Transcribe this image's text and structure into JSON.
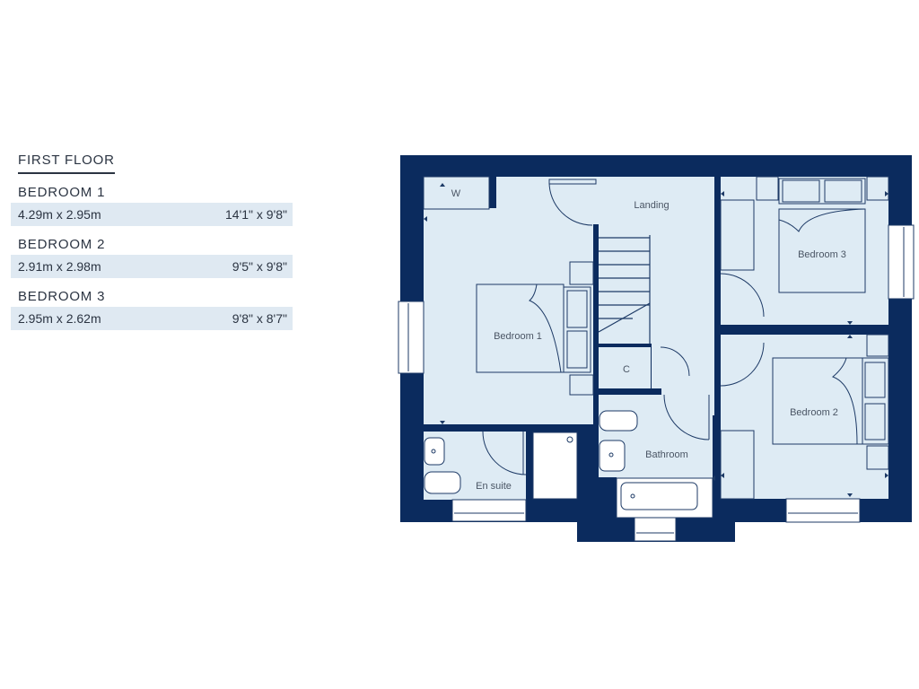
{
  "legend": {
    "title": "FIRST FLOOR",
    "rooms": [
      {
        "name": "BEDROOM 1",
        "metric": "4.29m x 2.95m",
        "imperial": "14'1\" x 9'8\""
      },
      {
        "name": "BEDROOM 2",
        "metric": "2.91m x 2.98m",
        "imperial": "9'5\" x 9'8\""
      },
      {
        "name": "BEDROOM 3",
        "metric": "2.95m x 2.62m",
        "imperial": "9'8\" x 8'7\""
      }
    ]
  },
  "plan": {
    "labels": {
      "wardrobe": "W",
      "landing": "Landing",
      "bedroom1": "Bedroom 1",
      "bedroom2": "Bedroom 2",
      "bedroom3": "Bedroom 3",
      "cupboard": "C",
      "bathroom": "Bathroom",
      "ensuite": "En suite"
    },
    "colors": {
      "wall": "#0b2b5e",
      "floor": "#deebf4",
      "fixture": "#ffffff",
      "line": "#1d3a66"
    }
  }
}
